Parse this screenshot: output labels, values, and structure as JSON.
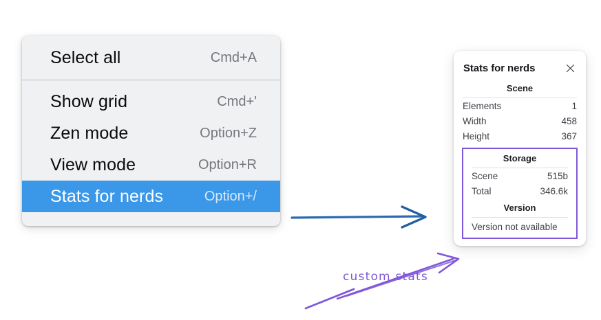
{
  "context_menu": {
    "groups": [
      {
        "name": "group-top",
        "items": [
          {
            "label": "Select all",
            "shortcut": "Cmd+A",
            "selected": false,
            "name": "select-all"
          }
        ]
      },
      {
        "name": "group-bottom",
        "items": [
          {
            "label": "Show grid",
            "shortcut": "Cmd+'",
            "selected": false,
            "name": "show-grid"
          },
          {
            "label": "Zen mode",
            "shortcut": "Option+Z",
            "selected": false,
            "name": "zen-mode"
          },
          {
            "label": "View mode",
            "shortcut": "Option+R",
            "selected": false,
            "name": "view-mode"
          },
          {
            "label": "Stats for nerds",
            "shortcut": "Option+/",
            "selected": true,
            "name": "stats-for-nerds"
          }
        ]
      }
    ]
  },
  "stats_panel": {
    "title": "Stats for nerds",
    "close_icon": "close-icon",
    "scene": {
      "section_title": "Scene",
      "rows": [
        {
          "key": "Elements",
          "value": "1"
        },
        {
          "key": "Width",
          "value": "458"
        },
        {
          "key": "Height",
          "value": "367"
        }
      ]
    },
    "storage": {
      "section_title": "Storage",
      "rows": [
        {
          "key": "Scene",
          "value": "515b"
        },
        {
          "key": "Total",
          "value": "346.6k"
        }
      ]
    },
    "version": {
      "section_title": "Version",
      "note": "Version not available"
    }
  },
  "annotations": {
    "custom_stats_label": "custom stats"
  },
  "colors": {
    "menu_background": "#f0f1f3",
    "menu_highlight": "#3b97e8",
    "menu_highlight_text": "#ffffff",
    "shortcut_text": "#75777c",
    "panel_background": "#ffffff",
    "annotation_purple": "#7f57d8",
    "arrow_blue": "#1f5fa0"
  }
}
